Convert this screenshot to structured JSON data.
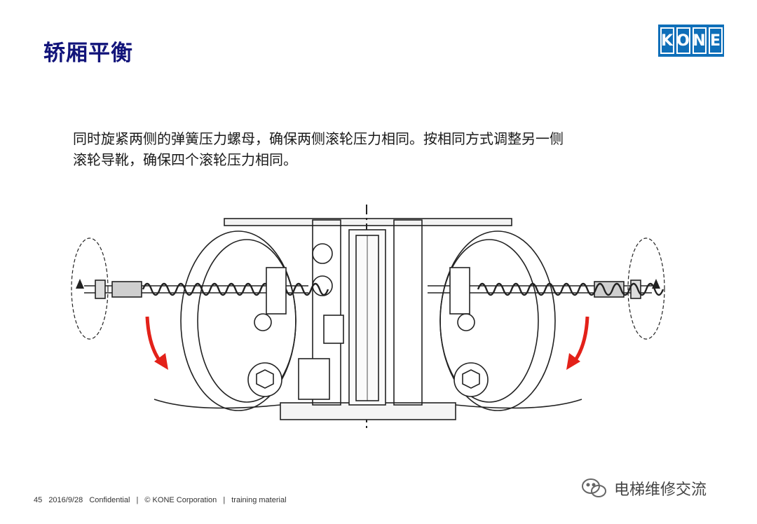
{
  "slide": {
    "title": "轿厢平衡",
    "logo_letters": [
      "K",
      "O",
      "N",
      "E"
    ],
    "body_lines": [
      "同时旋紧两侧的弹簧压力螺母，确保两侧滚轮压力相同。按相同方式调整另一侧",
      "滚轮导靴，确保四个滚轮压力相同。"
    ]
  },
  "footer": {
    "page_number": "45",
    "date": "2016/9/28",
    "confidential": "Confidential",
    "copyright": "© KONE Corporation",
    "material": "training material",
    "separator": "|"
  },
  "watermark": {
    "text": "电梯维修交流",
    "icon": "wechat-icon"
  },
  "colors": {
    "title": "#12147a",
    "logo_bg": "#0f6fb9",
    "arrow": "#e32119"
  }
}
